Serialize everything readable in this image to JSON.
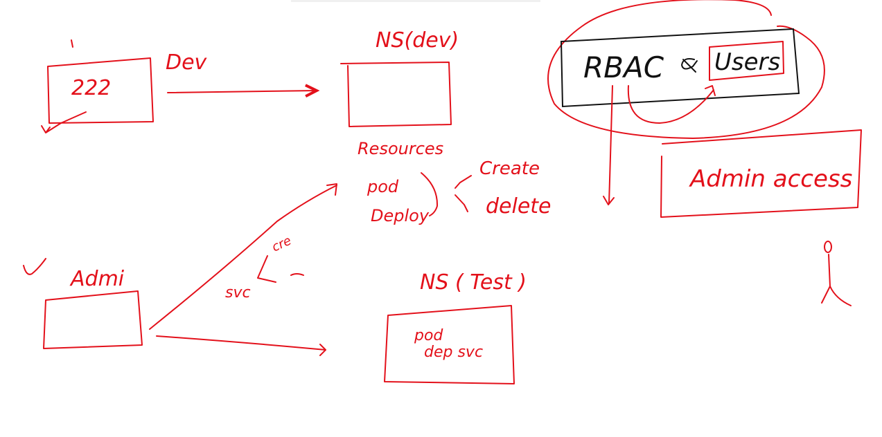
{
  "colors": {
    "ink": "#e3101a",
    "black": "#111111",
    "background": "#ffffff"
  },
  "labels": {
    "dev": "Dev",
    "dev_box_text": "222",
    "ns_dev": "NS(dev)",
    "resources": "Resources",
    "pod": "pod",
    "deploy": "Deploy",
    "create": "Create",
    "delete": "delete",
    "rbac": "RBAC",
    "users": "Users",
    "admin_access": "Admin access",
    "admin": "Admi",
    "svc": "svc",
    "cre": "cre",
    "ns_test": "NS ( Test )",
    "test_pod": "pod",
    "test_dep_svc": "dep svc"
  }
}
